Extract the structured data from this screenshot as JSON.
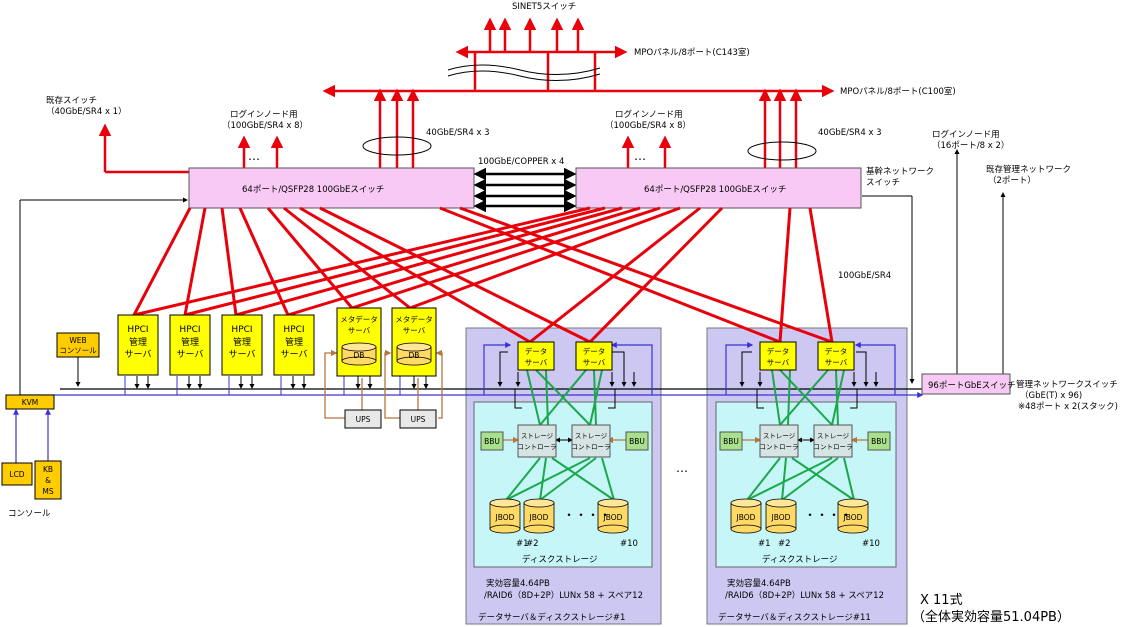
{
  "top": {
    "sinet5_switch": "SINET5スイッチ",
    "mpo_c143": "MPOパネル/8ポート(C143室)",
    "mpo_c100": "MPOパネル/8ポート(C100室)",
    "existing_switch_line1": "既存スイッチ",
    "existing_switch_line2": "（40GbE/SR4 x 1）",
    "login_left_line1": "ログインノード用",
    "login_left_line2": "（100GbE/SR4 x 8）",
    "login_right_line1": "ログインノード用",
    "login_right_line2": "（100GbE/SR4 x 8）",
    "sr4_left": "40GbE/SR4 x 3",
    "sr4_right": "40GbE/SR4 x 3",
    "copper": "100GbE/COPPER x 4",
    "ellipsis": "…"
  },
  "switches": {
    "left_label": "64ポート/QSFP28  100GbEスイッチ",
    "right_label": "64ポート/QSFP28  100GbEスイッチ",
    "core_network_line1": "基幹ネットワーク",
    "core_network_line2": "スイッチ",
    "sr4_downlink": "100GbE/SR4"
  },
  "right_side": {
    "login_mgmt_line1": "ログインノード用",
    "login_mgmt_line2": "（16ポート/8 x 2）",
    "existing_mgmt_line1": "既存管理ネットワーク",
    "existing_mgmt_line2": "（2ポート）",
    "gbe_switch": "96ポートGbEスイッチ",
    "mgmt_switch_line1": "管理ネットワークスイッチ",
    "mgmt_switch_line2": "（GbE(T) x 96)",
    "mgmt_switch_line3": "※48ポート x 2(スタック)"
  },
  "left_side": {
    "web_console_line1": "WEB",
    "web_console_line2": "コンソール",
    "kvm": "KVM",
    "lcd": "LCD",
    "kbms_line1": "KB",
    "kbms_line2": "&",
    "kbms_line3": "MS",
    "console": "コンソール"
  },
  "servers": {
    "hpci_line1": "HPCI",
    "hpci_line2": "管理",
    "hpci_line3": "サーバ",
    "meta_line1": "メタデータ",
    "meta_line2": "サーバ",
    "db": "DB",
    "ups": "UPS"
  },
  "storage": {
    "data_server_line1": "データ",
    "data_server_line2": "サーバ",
    "controller_line1": "ストレージ",
    "controller_line2": "コントローラ",
    "bbu": "BBU",
    "jbod": "JBOD",
    "dots": "・・・・",
    "n1": "#1",
    "n2": "#2",
    "n10": "#10",
    "disk_storage": "ディスクストレージ",
    "capacity_line1": "実効容量4.64PB",
    "capacity_line2": "/RAID6（8D+2P）LUNx 58 + スペア12",
    "unit1_title": "データサーバ＆ディスクストレージ#1",
    "unit11_title": "データサーバ＆ディスクストレージ#11",
    "between_ellipsis": "…"
  },
  "footer": {
    "count": "X 11式",
    "total": "（全体実効容量51.04PB）"
  },
  "colors": {
    "fiber": "#e8000b",
    "mgmt": "#3a32d6",
    "storage_link": "#1aa84a",
    "switch_fill": "#f8c9f4",
    "yellow": "#ffff00",
    "gold": "#ffd966",
    "unit_bg": "#cdc8f2",
    "disk_bg": "#c6f6f8",
    "bbu": "#a8e08c",
    "ups_line": "#b7763d"
  }
}
